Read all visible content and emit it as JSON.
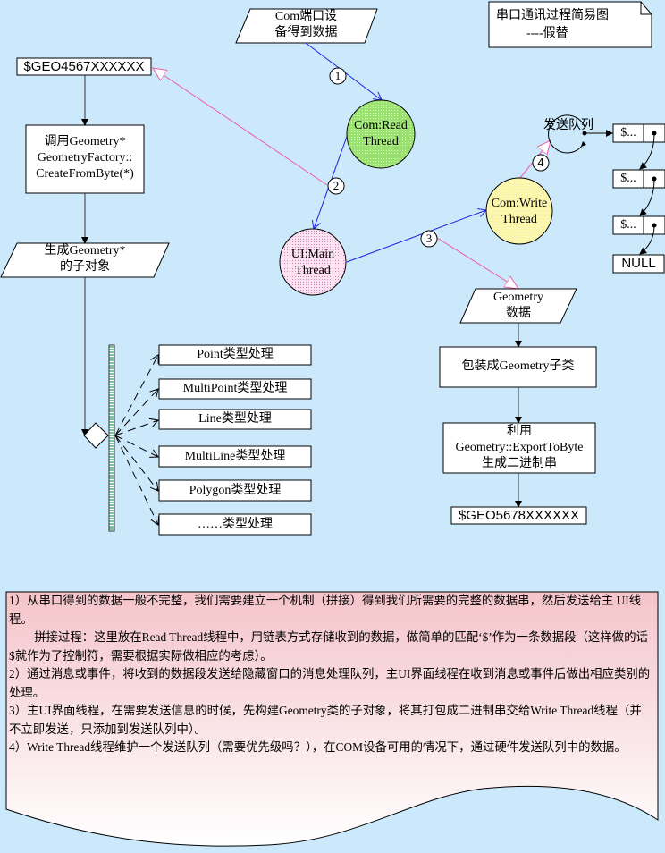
{
  "title_note": {
    "line1": "串口通讯过程简易图",
    "line2": "----假替"
  },
  "com_input": {
    "line1": "Com端口设",
    "line2": "备得到数据"
  },
  "received_string": "$GEO4567XXXXXX",
  "call_factory": {
    "line1": "调用Geometry*",
    "line2": "GeometryFactory::",
    "line3": "CreateFromByte(*)"
  },
  "generate_child": {
    "line1": "生成Geometry*",
    "line2": "的子对象"
  },
  "type_handlers": [
    "Point类型处理",
    "MultiPoint类型处理",
    "Line类型处理",
    "MultiLine类型处理",
    "Polygon类型处理",
    "……类型处理"
  ],
  "threads": {
    "read": {
      "line1": "Com:Read",
      "line2": "Thread",
      "color": "#99e26e"
    },
    "main": {
      "line1": "UI:Main",
      "line2": "Thread",
      "color": "#f5c8e6"
    },
    "write": {
      "line1": "Com:Write",
      "line2": "Thread",
      "color": "#fbf5a8"
    }
  },
  "step_markers": [
    "1",
    "2",
    "3",
    "4"
  ],
  "send_queue": {
    "label": "发送队列",
    "nodes": [
      "$...",
      "$...",
      "$..."
    ],
    "terminator": "NULL"
  },
  "geometry_data": {
    "line1": "Geometry",
    "line2": "数据"
  },
  "wrap_geometry": "包装成Geometry子类",
  "export_bytes": {
    "line1": "利用",
    "line2": "Geometry::ExportToByte",
    "line3": "生成二进制串"
  },
  "output_string": "$GEO5678XXXXXX",
  "colors": {
    "background": "#cce9fb",
    "blue_arrow": "#1a22e0",
    "pink_arrow": "#ee5aa8"
  },
  "notes": [
    "1）从串口得到的数据一般不完整，我们需要建立一个机制（拼接）得到我们所需要的完整的数据串，然后发送给主 UI线程。",
    "拼接过程：这里放在Read Thread线程中，用链表方式存储收到的数据，做简单的匹配‘$’作为一条数据段（这样做的话$就作为了控制符，需要根据实际做相应的考虑）。",
    "2）通过消息或事件，将收到的数据段发送给隐藏窗口的消息处理队列，主UI界面线程在收到消息或事件后做出相应类别的处理。",
    "3）主UI界面线程，在需要发送信息的时候，先构建Geometry类的子对象，将其打包成二进制串交给Write Thread线程（并不立即发送，只添加到发送队列中）。",
    "4）Write Thread线程维护一个发送队列（需要优先级吗？），在COM设备可用的情况下，通过硬件发送队列中的数据。"
  ]
}
